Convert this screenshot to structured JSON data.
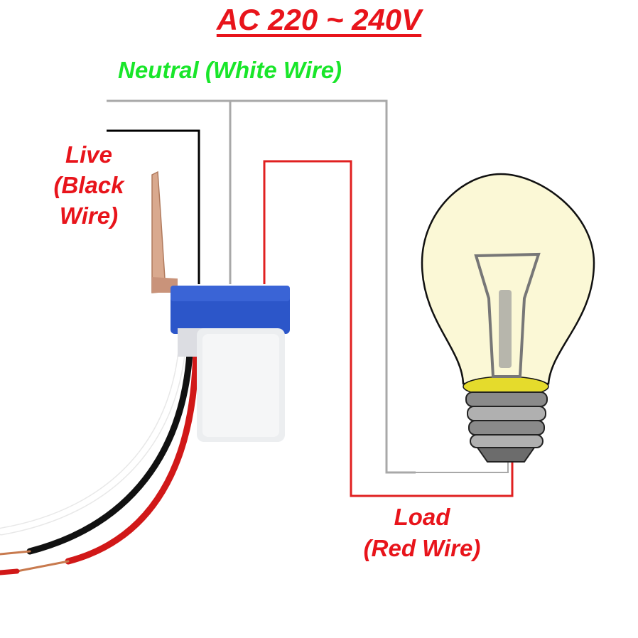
{
  "title": "AC 220 ~ 240V",
  "labels": {
    "neutral": "Neutral (White Wire)",
    "live_line1": "Live",
    "live_line2": "(Black",
    "live_line3": "Wire)",
    "load_line1": "Load",
    "load_line2": "(Red Wire)"
  },
  "components": {
    "sensor": "photocell-light-sensor-switch",
    "lamp": "incandescent-light-bulb"
  },
  "colors": {
    "title": "#e8141b",
    "neutral_label": "#19e62a",
    "live_wire": "#000000",
    "neutral_wire": "#a8a8a8",
    "load_wire": "#e02020",
    "sensor_cap": "#2c56c9",
    "bulb_glass": "#fbf8d6",
    "bulb_neck": "#e5db2c"
  }
}
